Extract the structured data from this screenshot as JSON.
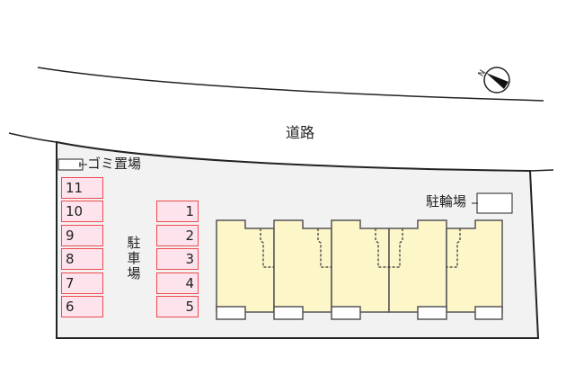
{
  "map": {
    "road_label": "道路",
    "north_label": "N",
    "trash_label": "ゴミ置場",
    "bicycle_label": "駐輪場",
    "parking_label": "駐車場",
    "parking_left": [
      "11",
      "10",
      "9",
      "8",
      "7",
      "6"
    ],
    "parking_right": [
      "1",
      "2",
      "3",
      "4",
      "5"
    ],
    "building_units": 5,
    "colors": {
      "lot": "#f2f2f2",
      "building": "#fdf6c9",
      "stall_fill": "#fde4ec",
      "stall_border": "#f0494f",
      "outline": "#333333"
    }
  }
}
